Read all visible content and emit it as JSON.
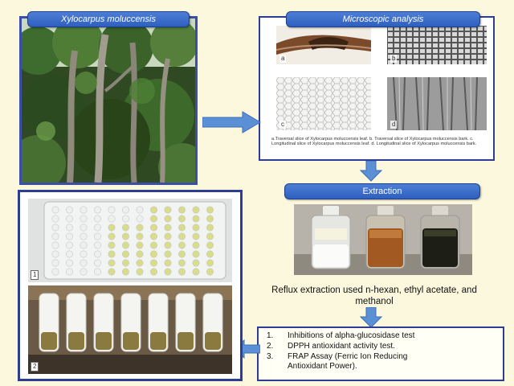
{
  "panels": {
    "plant": {
      "title": "Xylocarpus moluccensis"
    },
    "microscopic": {
      "title": "Microscopic analysis",
      "labels": [
        "a",
        "b",
        "c",
        "d"
      ],
      "caption": "a.Traversal slice of Xylocarpus moluccensis leaf. b. Traversal slice of Xylocarpus moluccensis bark. c. Longitudinal slice of Xylocarpus moluccensis leaf. d. Longitudinal slice of Xylocarpus moluccensis bark."
    },
    "extraction": {
      "title": "Extraction",
      "description": "Reflux extraction used n-hexan, ethyl acetate, and methanol"
    },
    "assays": {
      "items": [
        {
          "num": "1.",
          "text": "Inhibitions of alpha-glucosidase test"
        },
        {
          "num": "2.",
          "text": "DPPH antioxidant activity test."
        },
        {
          "num": "3.",
          "text": "FRAP Assay (Ferric Ion Reducing Antioxidant Power)."
        }
      ]
    },
    "results_photos": {
      "labels": [
        "1",
        "2"
      ]
    }
  },
  "colors": {
    "background": "#fbf8de",
    "frame_border": "#2c3d92",
    "title_pill": "#3a6bcc",
    "arrow": "#5b8fd6"
  }
}
